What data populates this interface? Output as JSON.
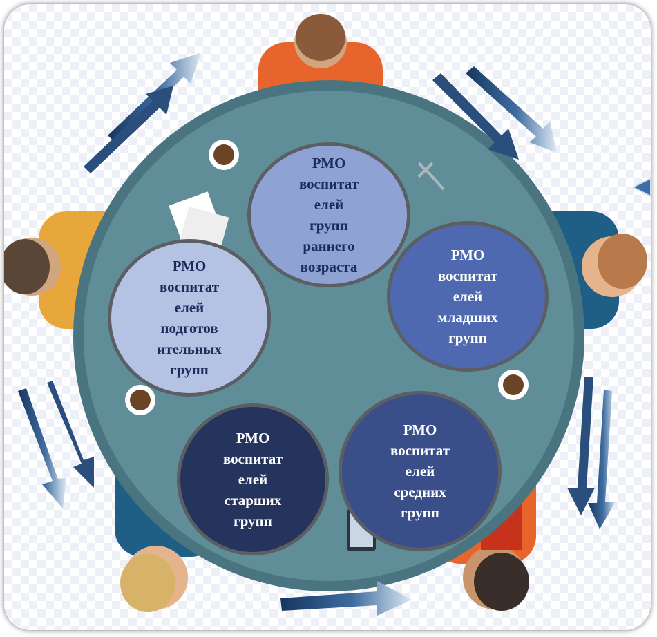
{
  "diagram": {
    "nodes": [
      {
        "id": "early",
        "label": "РМО\nвоспитат\nелей\nгрупп\nраннего\nвозраста",
        "fill": "#8ea3d3",
        "text_color": "#1c2a5c"
      },
      {
        "id": "junior",
        "label": "РМО\nвоспитат\nелей\nмладших\nгрупп",
        "fill": "#4f69b0",
        "text_color": "#ffffff"
      },
      {
        "id": "middle",
        "label": "РМО\nвоспитат\nелей\nсредних\nгрупп",
        "fill": "#3a4f89",
        "text_color": "#ffffff"
      },
      {
        "id": "senior",
        "label": "РМО\nвоспитат\nелей\nстарших\nгрупп",
        "fill": "#25345d",
        "text_color": "#ffffff"
      },
      {
        "id": "prep",
        "label": "РМО\nвоспитат\nелей\nподготов\nительных\nгрупп",
        "fill": "#b4c3e3",
        "text_color": "#1c2a5c"
      }
    ],
    "colors": {
      "table": "#5f8e99",
      "table_rim": "#4a7580",
      "arrow_dark": "#16365f",
      "arrow_light": "#c8d8ea",
      "node_border": "#5b5e63"
    },
    "icons": [
      "arrow-icon",
      "person-icon",
      "coffee-cup-icon",
      "laptop-icon",
      "paper-icon",
      "phone-icon",
      "paperclip-icon"
    ]
  }
}
